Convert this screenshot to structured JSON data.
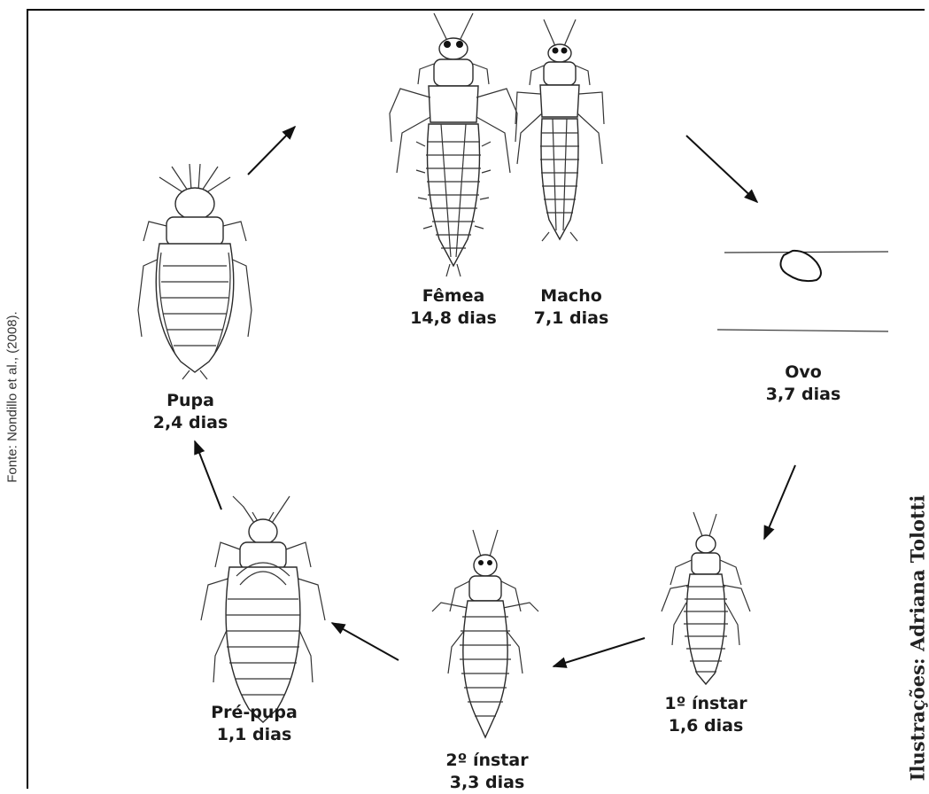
{
  "source_credit": "Fonte: Nondillo et al., (2008).",
  "illustration_credit": "Ilustrações: Adriana Tolotti",
  "stages": {
    "femea": {
      "name": "Fêmea",
      "duration": "14,8 dias"
    },
    "macho": {
      "name": "Macho",
      "duration": "7,1 dias"
    },
    "ovo": {
      "name": "Ovo",
      "duration": "3,7 dias"
    },
    "instar1": {
      "name": "1º ínstar",
      "duration": "1,6 dias"
    },
    "instar2": {
      "name": "2º ínstar",
      "duration": "3,3 dias"
    },
    "prepupa": {
      "name": "Pré-pupa",
      "duration": "1,1 dias"
    },
    "pupa": {
      "name": "Pupa",
      "duration": "2,4 dias"
    }
  }
}
